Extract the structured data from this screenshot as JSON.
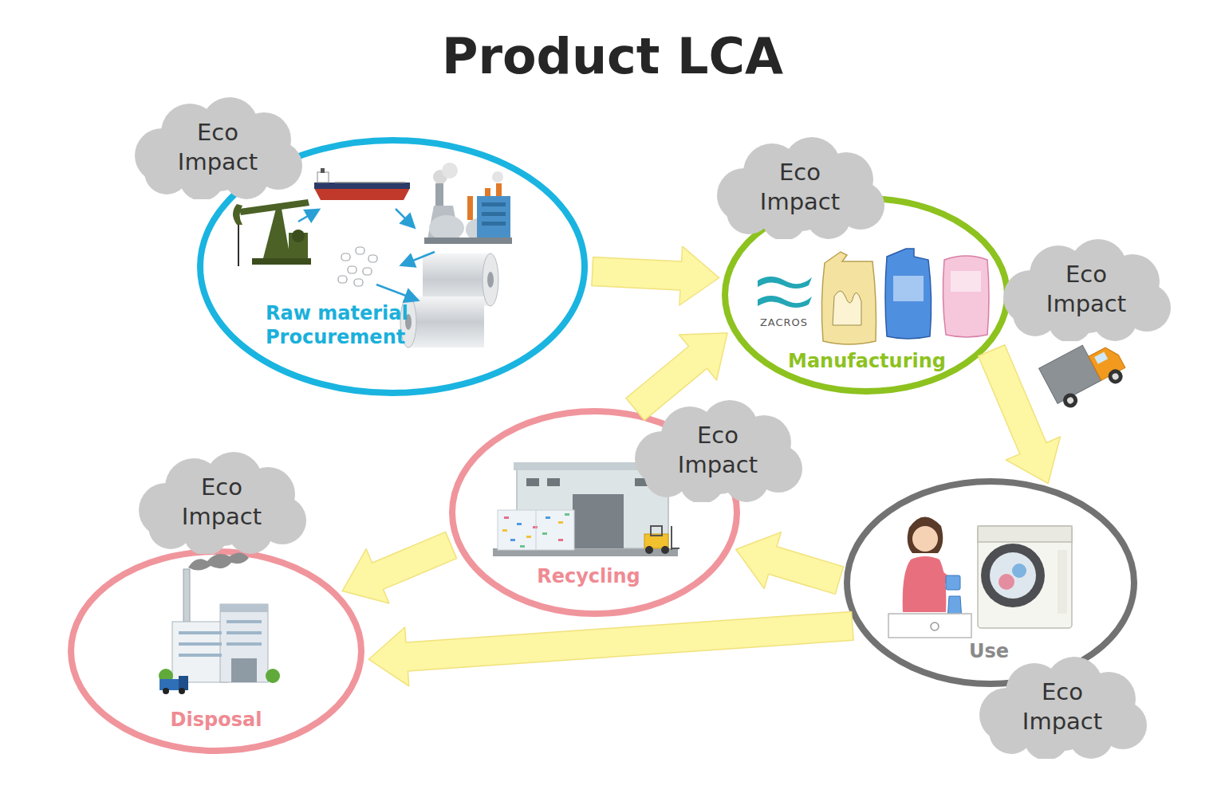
{
  "diagram": {
    "title": "Product LCA",
    "nodes": [
      {
        "text": [
          "Eco Impact"
        ]
      },
      {
        "text": [
          "Raw material Procurement"
        ]
      },
      {
        "text": [
          "Eco Impact"
        ]
      },
      {
        "text": [
          "ZACROS",
          "Manufacturing"
        ]
      },
      {
        "text": [
          "Eco Impact"
        ]
      },
      {
        "text": [
          "Use"
        ]
      },
      {
        "text": [
          "Eco Impact"
        ]
      },
      {
        "text": [
          "Recycling"
        ]
      },
      {
        "text": [
          "Eco Impact"
        ]
      },
      {
        "text": [
          "Eco Impact"
        ]
      },
      {
        "text": [
          "Disposal"
        ]
      }
    ],
    "edges": [
      {
        "from": 1,
        "to": 3,
        "arrow": "to"
      },
      {
        "from": 3,
        "to": 5,
        "arrow": "to"
      },
      {
        "from": 5,
        "to": 7,
        "arrow": "to"
      },
      {
        "from": 5,
        "to": 10,
        "arrow": "to"
      },
      {
        "from": 7,
        "to": 3,
        "arrow": "to"
      },
      {
        "from": 7,
        "to": 10,
        "arrow": "to"
      }
    ]
  }
}
